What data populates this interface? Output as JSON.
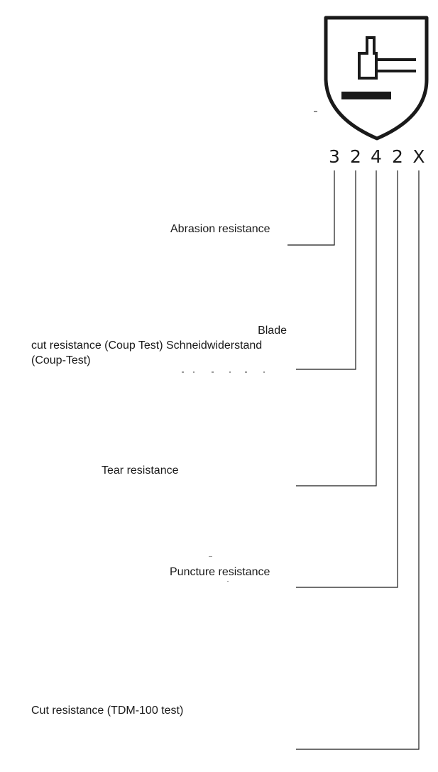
{
  "pictogram": {
    "icon": "protective-glove-mechanical-risks-pictogram"
  },
  "code": {
    "digits": [
      "3",
      "2",
      "4",
      "2",
      "X"
    ]
  },
  "labels": {
    "abrasion": "Abrasion resistance",
    "blade_cut_line1": "Blade",
    "blade_cut_line2": "cut resistance (Coup Test) Schneidwiderstand",
    "blade_cut_line3": "(Coup-Test)",
    "tear": "Tear resistance",
    "puncture": "Puncture resistance",
    "cut_tdm": "Cut resistance (TDM-100 test)"
  },
  "colors": {
    "ink": "#1a1a1a",
    "background": "#ffffff"
  }
}
